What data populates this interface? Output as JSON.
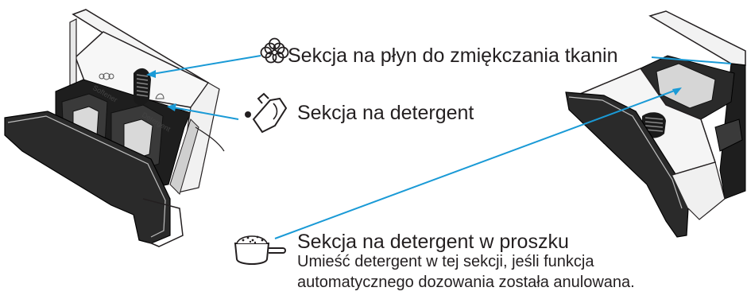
{
  "callouts": {
    "softener": {
      "label": "Sekcja na płyn do zmiękczania tkanin",
      "icon": "flower-icon"
    },
    "detergent": {
      "label": "Sekcja na detergent",
      "icon": "bottle-icon"
    },
    "powder": {
      "label": "Sekcja na detergent w proszku",
      "note_line1": "Umieść detergent w tej sekcji, jeśli funkcja",
      "note_line2": "automatycznego dozowania została anulowana.",
      "icon": "scoop-icon"
    }
  },
  "drawer_labels": {
    "softener": "Softener",
    "detergent": "Detergent"
  },
  "colors": {
    "leader_line": "#1a9ad6",
    "outline": "#231f20",
    "drawer_dark": "#2a2a2a",
    "drawer_light": "#e6e6e6"
  }
}
